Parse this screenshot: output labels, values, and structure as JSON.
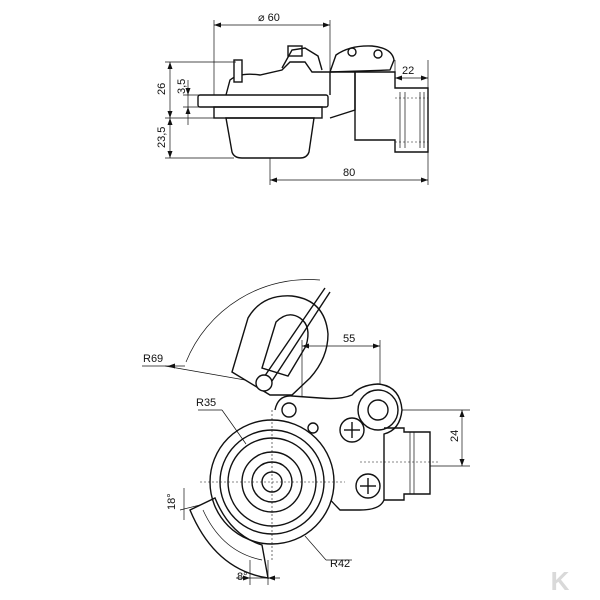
{
  "dimensions": {
    "top_view": {
      "diameter": "⌀ 60",
      "height_total": "26",
      "height_small": "3,5",
      "depth": "23,5",
      "thread_offset": "22",
      "length": "80"
    },
    "bottom_view": {
      "radius_large": "R69",
      "radius_mid": "R35",
      "radius_outer": "R42",
      "offset": "55",
      "height": "24",
      "angle_a": "18°",
      "angle_b": "8°"
    }
  },
  "logo": {
    "letter": "K"
  }
}
